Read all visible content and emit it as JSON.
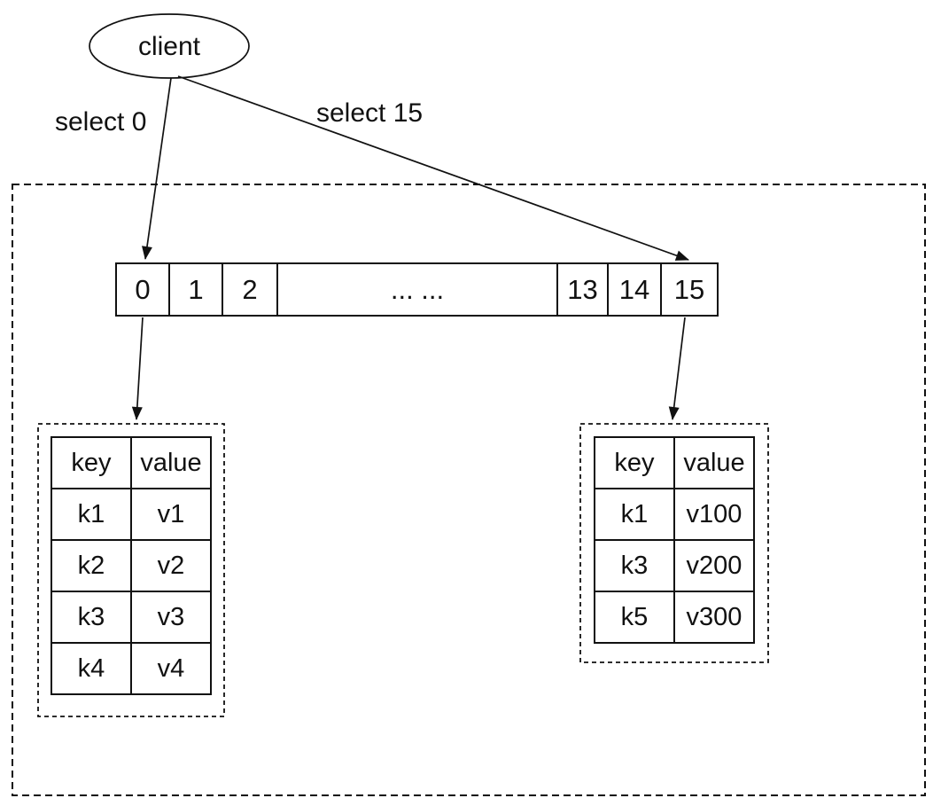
{
  "client": {
    "label": "client"
  },
  "edges": {
    "select0_label": "select 0",
    "select15_label": "select 15"
  },
  "slots": {
    "cells": [
      "0",
      "1",
      "2",
      "... ...",
      "13",
      "14",
      "15"
    ]
  },
  "left_table": {
    "headers": [
      "key",
      "value"
    ],
    "rows": [
      [
        "k1",
        "v1"
      ],
      [
        "k2",
        "v2"
      ],
      [
        "k3",
        "v3"
      ],
      [
        "k4",
        "v4"
      ]
    ]
  },
  "right_table": {
    "headers": [
      "key",
      "value"
    ],
    "rows": [
      [
        "k1",
        "v100"
      ],
      [
        "k3",
        "v200"
      ],
      [
        "k5",
        "v300"
      ]
    ]
  },
  "colors": {
    "stroke": "#111111",
    "background": "#ffffff"
  }
}
